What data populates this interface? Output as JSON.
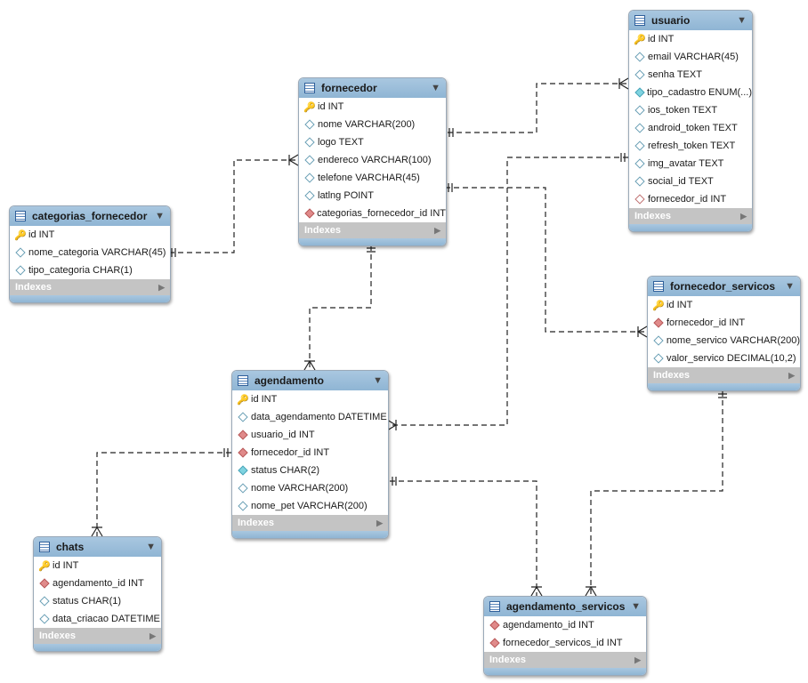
{
  "tables": {
    "fornecedor": {
      "name": "fornecedor",
      "columns": [
        {
          "text": "id INT",
          "icon": "key"
        },
        {
          "text": "nome VARCHAR(200)",
          "icon": "attr"
        },
        {
          "text": "logo TEXT",
          "icon": "attr"
        },
        {
          "text": "endereco VARCHAR(100)",
          "icon": "attr"
        },
        {
          "text": "telefone VARCHAR(45)",
          "icon": "attr"
        },
        {
          "text": "latlng POINT",
          "icon": "attr"
        },
        {
          "text": "categorias_fornecedor_id INT",
          "icon": "fk"
        }
      ],
      "footer": "Indexes"
    },
    "usuario": {
      "name": "usuario",
      "columns": [
        {
          "text": "id INT",
          "icon": "key"
        },
        {
          "text": "email VARCHAR(45)",
          "icon": "attr"
        },
        {
          "text": "senha TEXT",
          "icon": "attr"
        },
        {
          "text": "tipo_cadastro ENUM(...)",
          "icon": "notnull"
        },
        {
          "text": "ios_token TEXT",
          "icon": "attr"
        },
        {
          "text": "android_token TEXT",
          "icon": "attr"
        },
        {
          "text": "refresh_token TEXT",
          "icon": "attr"
        },
        {
          "text": "img_avatar TEXT",
          "icon": "attr"
        },
        {
          "text": "social_id TEXT",
          "icon": "attr"
        },
        {
          "text": "fornecedor_id INT",
          "icon": "fk-open"
        }
      ],
      "footer": "Indexes"
    },
    "categorias_fornecedor": {
      "name": "categorias_fornecedor",
      "columns": [
        {
          "text": "id INT",
          "icon": "key"
        },
        {
          "text": "nome_categoria VARCHAR(45)",
          "icon": "attr"
        },
        {
          "text": "tipo_categoria CHAR(1)",
          "icon": "attr"
        }
      ],
      "footer": "Indexes"
    },
    "fornecedor_servicos": {
      "name": "fornecedor_servicos",
      "columns": [
        {
          "text": "id INT",
          "icon": "key"
        },
        {
          "text": "fornecedor_id INT",
          "icon": "fk"
        },
        {
          "text": "nome_servico VARCHAR(200)",
          "icon": "attr"
        },
        {
          "text": "valor_servico DECIMAL(10,2)",
          "icon": "attr"
        }
      ],
      "footer": "Indexes"
    },
    "agendamento": {
      "name": "agendamento",
      "columns": [
        {
          "text": "id INT",
          "icon": "key"
        },
        {
          "text": "data_agendamento DATETIME",
          "icon": "attr"
        },
        {
          "text": "usuario_id INT",
          "icon": "fk"
        },
        {
          "text": "fornecedor_id INT",
          "icon": "fk"
        },
        {
          "text": "status CHAR(2)",
          "icon": "notnull"
        },
        {
          "text": "nome VARCHAR(200)",
          "icon": "attr"
        },
        {
          "text": "nome_pet VARCHAR(200)",
          "icon": "attr"
        }
      ],
      "footer": "Indexes"
    },
    "chats": {
      "name": "chats",
      "columns": [
        {
          "text": "id INT",
          "icon": "key"
        },
        {
          "text": "agendamento_id INT",
          "icon": "fk"
        },
        {
          "text": "status CHAR(1)",
          "icon": "attr"
        },
        {
          "text": "data_criacao DATETIME",
          "icon": "attr"
        }
      ],
      "footer": "Indexes"
    },
    "agendamento_servicos": {
      "name": "agendamento_servicos",
      "columns": [
        {
          "text": "agendamento_id INT",
          "icon": "fk"
        },
        {
          "text": "fornecedor_servicos_id INT",
          "icon": "fk"
        }
      ],
      "footer": "Indexes"
    }
  },
  "relationships": [
    {
      "from": "fornecedor",
      "to": "usuario",
      "cardinality": "one-to-many"
    },
    {
      "from": "categorias_fornecedor",
      "to": "fornecedor",
      "cardinality": "one-to-many"
    },
    {
      "from": "fornecedor",
      "to": "fornecedor_servicos",
      "cardinality": "one-to-many"
    },
    {
      "from": "fornecedor",
      "to": "agendamento",
      "cardinality": "one-to-many"
    },
    {
      "from": "usuario",
      "to": "agendamento",
      "cardinality": "one-to-many"
    },
    {
      "from": "agendamento",
      "to": "chats",
      "cardinality": "one-to-many"
    },
    {
      "from": "agendamento",
      "to": "agendamento_servicos",
      "cardinality": "one-to-many"
    },
    {
      "from": "fornecedor_servicos",
      "to": "agendamento_servicos",
      "cardinality": "one-to-many"
    }
  ],
  "colors": {
    "header": "#9cbfdc",
    "footer": "#c4c4c4",
    "key": "#d9a800",
    "foreign_key": "#e08a8a",
    "not_null": "#7fd3e0",
    "line": "#222222"
  }
}
